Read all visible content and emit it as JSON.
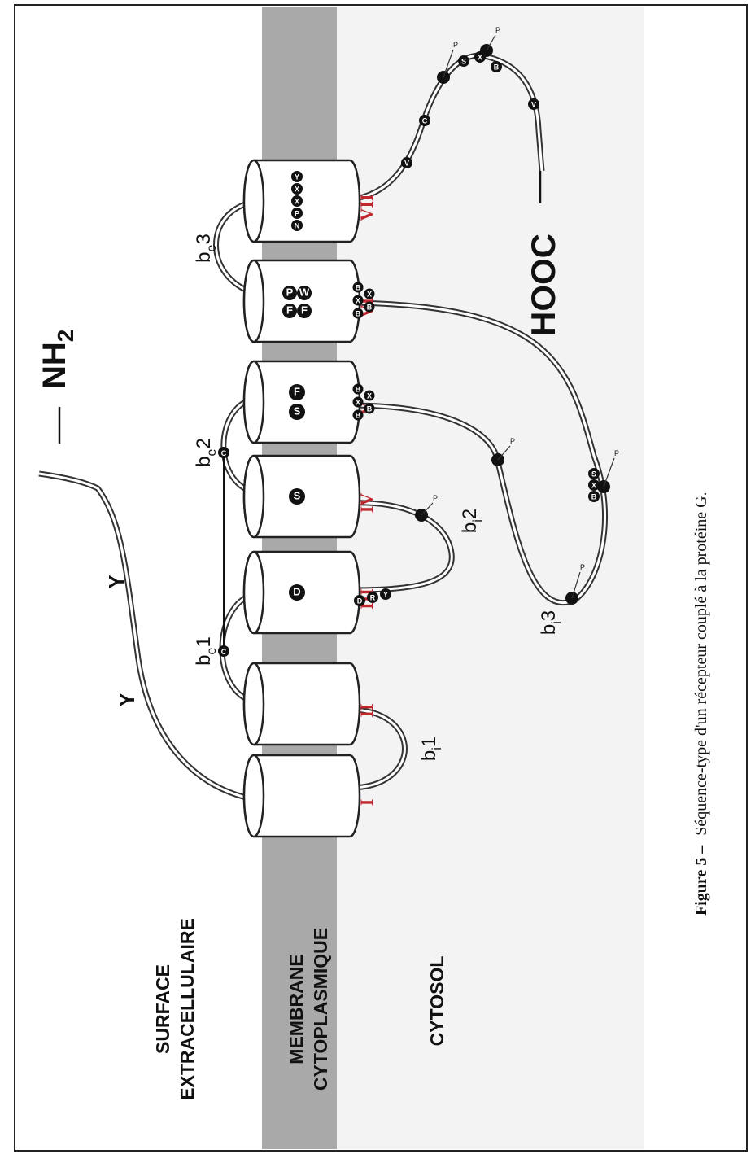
{
  "regions": {
    "extracellular": [
      "SURFACE",
      "EXTRACELLULAIRE"
    ],
    "membrane": [
      "MEMBRANE",
      "CYTOPLASMIQUE"
    ],
    "cytosol": "CYTOSOL"
  },
  "termini": {
    "n": "NH",
    "n_sub": "2",
    "c": "HOOC"
  },
  "helices": [
    {
      "numeral": "I",
      "residues": []
    },
    {
      "numeral": "II",
      "residues": []
    },
    {
      "numeral": "III",
      "residues": [
        "D"
      ]
    },
    {
      "numeral": "IV",
      "residues": [
        "S"
      ]
    },
    {
      "numeral": "V",
      "residues": [
        "S",
        "F"
      ]
    },
    {
      "numeral": "VI",
      "residues": [
        "F",
        "F",
        "P",
        "W"
      ]
    },
    {
      "numeral": "VII",
      "residues": [
        "N",
        "P",
        "X",
        "X",
        "Y"
      ]
    }
  ],
  "loops": {
    "be1": {
      "base": "b",
      "sub": "e",
      "num": "1"
    },
    "be2": {
      "base": "b",
      "sub": "e",
      "num": "2"
    },
    "be3": {
      "base": "b",
      "sub": "e",
      "num": "3"
    },
    "bi1": {
      "base": "b",
      "sub": "i",
      "num": "1"
    },
    "bi2": {
      "base": "b",
      "sub": "i",
      "num": "2"
    },
    "bi3": {
      "base": "b",
      "sub": "i",
      "num": "3"
    }
  },
  "cysteine": "C",
  "glycosylation_mark": "Y",
  "motifs": {
    "bi2_drv": [
      "D",
      "R",
      "Y"
    ],
    "v_end": [
      "B",
      "B",
      "X",
      "X",
      "B"
    ],
    "vi_start": [
      "B",
      "B",
      "X",
      "X",
      "B"
    ],
    "bi3_site": [
      "B",
      "X",
      "S"
    ],
    "c_tail": [
      "V",
      "C",
      "S",
      "X",
      "B",
      "V"
    ]
  },
  "phospho": "P",
  "caption": {
    "label": "Figure 5 –",
    "text": "Séquence-type d'un récepteur couplé à la protéine G."
  },
  "colors": {
    "membrane_band": "#a9a9a9",
    "cytosol_band": "#f3f3f3",
    "numeral_red": "#c0272d",
    "ink": "#111111"
  }
}
